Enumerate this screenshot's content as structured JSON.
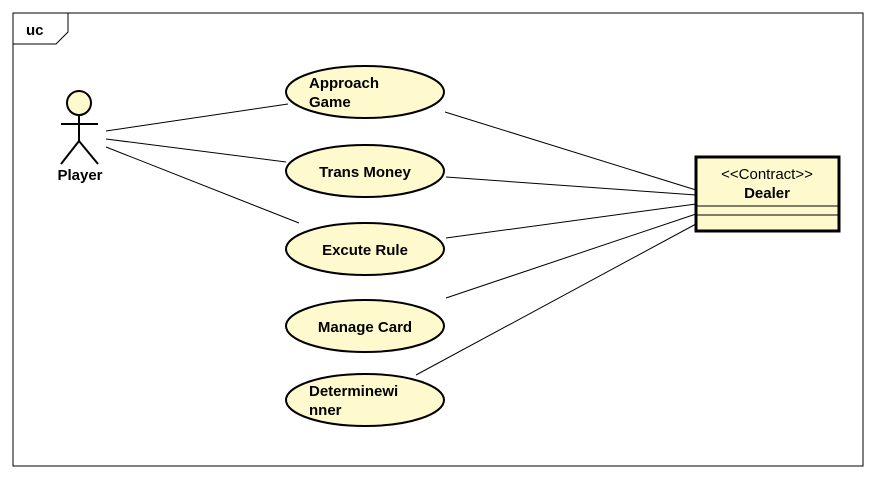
{
  "frame": {
    "label": "uc"
  },
  "actor": {
    "name": "Player"
  },
  "use_cases": [
    {
      "id": "approach-game",
      "lines": [
        "Approach",
        "Game"
      ]
    },
    {
      "id": "trans-money",
      "lines": [
        "Trans Money"
      ]
    },
    {
      "id": "excute-rule",
      "lines": [
        "Excute Rule"
      ]
    },
    {
      "id": "manage-card",
      "lines": [
        "Manage Card"
      ]
    },
    {
      "id": "determine-winner",
      "lines": [
        "Determinewi",
        "nner"
      ]
    }
  ],
  "dealer": {
    "stereotype": "<<Contract>>",
    "name": "Dealer"
  },
  "colors": {
    "fill": "#fffacd",
    "stroke": "#000000"
  }
}
